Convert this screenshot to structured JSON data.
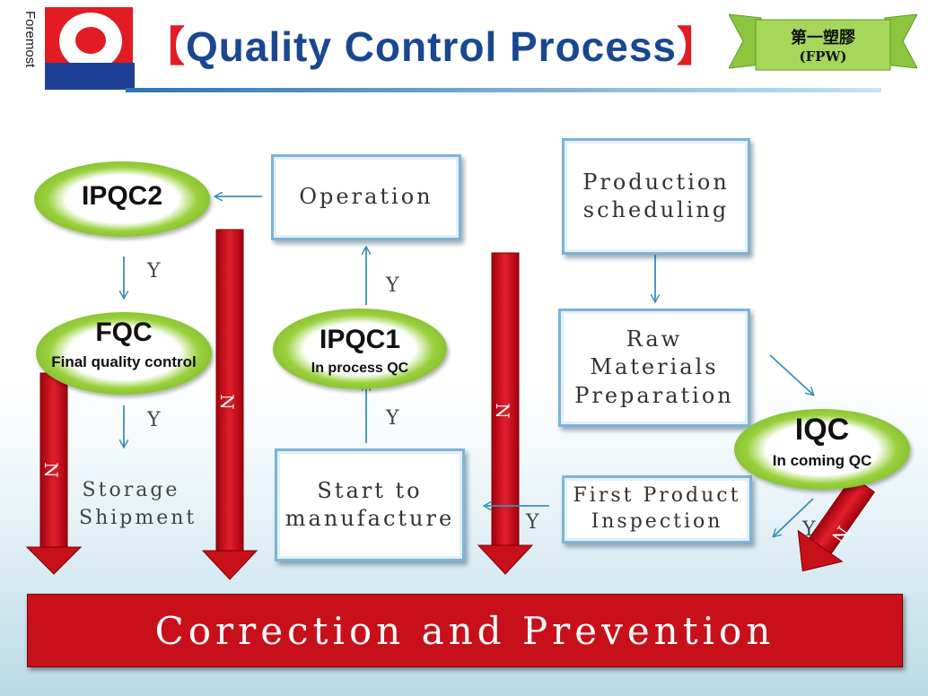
{
  "header": {
    "logo_wordmark": "Foremost",
    "title": "Quality Control Process",
    "badge": {
      "line1": "第一塑膠",
      "line2": "(FPW)"
    }
  },
  "boxes": {
    "operation": "Operation",
    "production_scheduling": "Production scheduling",
    "raw_materials": "Raw Materials Preparation",
    "start_manufacture": "Start to manufacture",
    "first_product_inspection": "First Product Inspection"
  },
  "checkpoints": {
    "ipqc2": {
      "title": "IPQC2",
      "subtitle": ""
    },
    "fqc": {
      "title": "FQC",
      "subtitle": "Final quality control"
    },
    "ipqc1": {
      "title": "IPQC1",
      "subtitle": "In process QC"
    },
    "iqc": {
      "title": "IQC",
      "subtitle": "In coming QC"
    }
  },
  "storage": {
    "line1": "Storage",
    "line2": "Shipment"
  },
  "labels": {
    "yes": "Y",
    "no": "N"
  },
  "correction_bar": "Correction and Prevention",
  "colors": {
    "title_blue": "#1a4790",
    "arrow_red": "#c8101a",
    "oval_green": "#7fbf2a",
    "box_border": "#7eb3d6",
    "thin_arrow": "#3a8fb8"
  }
}
